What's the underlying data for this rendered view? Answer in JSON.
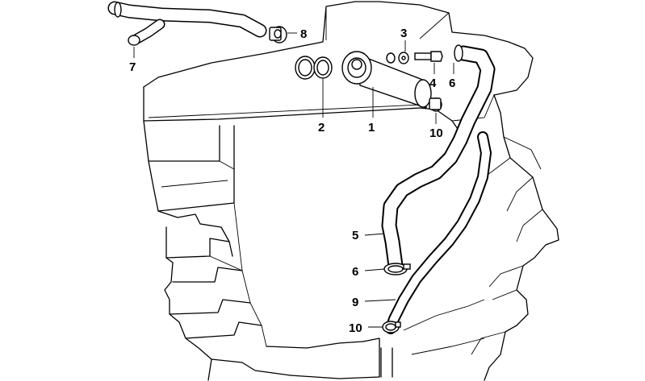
{
  "callouts": [
    {
      "id": "c1",
      "text": "1"
    },
    {
      "id": "c2",
      "text": "2"
    },
    {
      "id": "c3",
      "text": "3"
    },
    {
      "id": "c4",
      "text": "4"
    },
    {
      "id": "c5",
      "text": "5"
    },
    {
      "id": "c6a",
      "text": "6"
    },
    {
      "id": "c6b",
      "text": "6"
    },
    {
      "id": "c7",
      "text": "7"
    },
    {
      "id": "c8",
      "text": "8"
    },
    {
      "id": "c9",
      "text": "9"
    },
    {
      "id": "c10a",
      "text": "10"
    },
    {
      "id": "c10b",
      "text": "10"
    }
  ]
}
